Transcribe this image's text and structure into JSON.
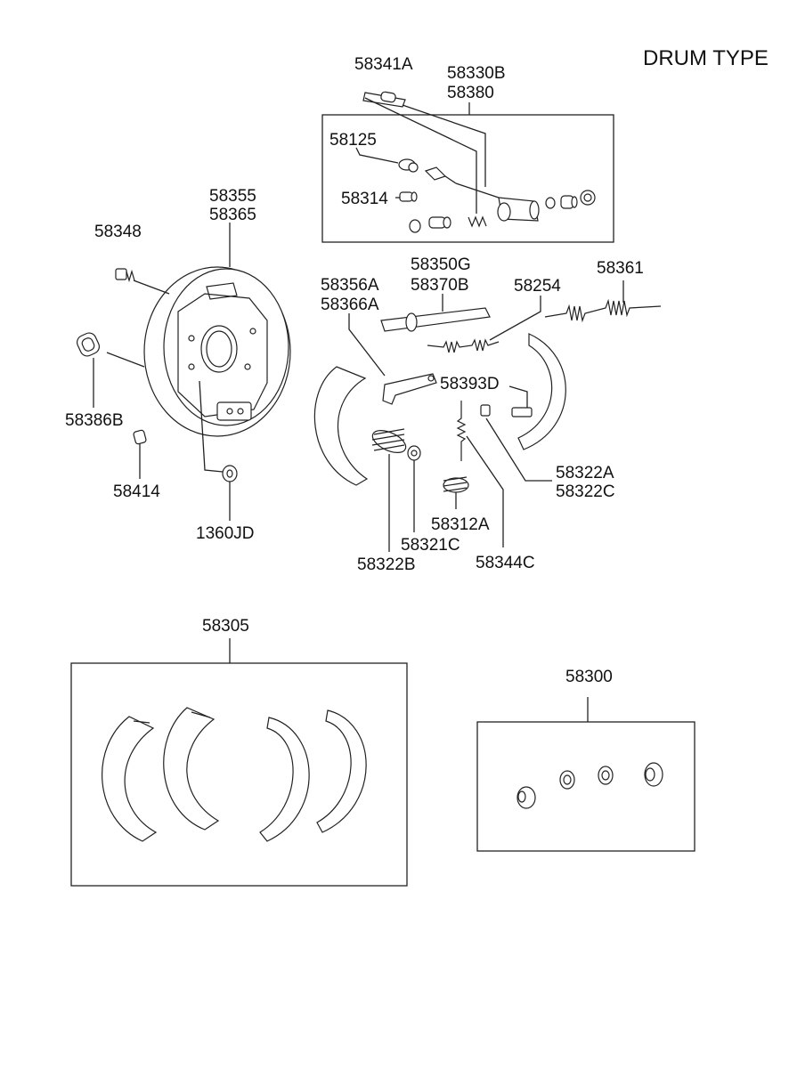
{
  "title": "DRUM TYPE",
  "labels": {
    "p58341A": "58341A",
    "p58330B": "58330B",
    "p58380": "58380",
    "p58125": "58125",
    "p58314": "58314",
    "p58355": "58355",
    "p58365": "58365",
    "p58348": "58348",
    "p58350G": "58350G",
    "p58370B": "58370B",
    "p58361": "58361",
    "p58356A": "58356A",
    "p58366A": "58366A",
    "p58254": "58254",
    "p58393D": "58393D",
    "p58386B": "58386B",
    "p58322A": "58322A",
    "p58322C": "58322C",
    "p58414": "58414",
    "p58312A": "58312A",
    "p1360JD": "1360JD",
    "p58321C": "58321C",
    "p58322B": "58322B",
    "p58344C": "58344C",
    "p58305": "58305",
    "p58300": "58300"
  },
  "colors": {
    "line": "#222222",
    "background": "#ffffff"
  }
}
